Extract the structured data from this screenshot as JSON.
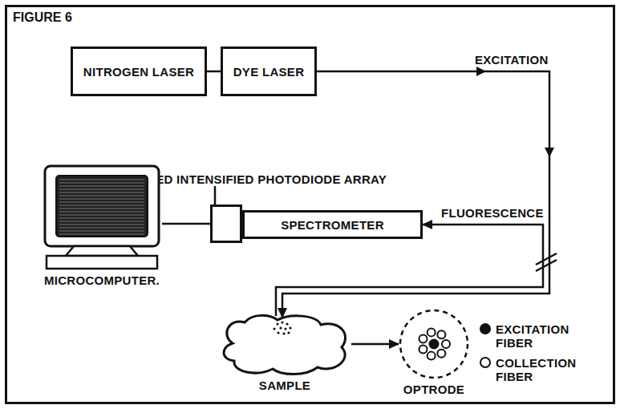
{
  "diagram": {
    "title": "FIGURE 6",
    "nodes": [
      {
        "text": [
          "NITROGEN LASER"
        ]
      },
      {
        "text": [
          "DYE LASER"
        ]
      },
      {
        "text": [
          "PULSED INTENSIFIED PHOTODIODE ARRAY"
        ]
      },
      {
        "text": [
          "SPECTROMETER"
        ]
      },
      {
        "text": [
          "MICROCOMPUTER."
        ]
      },
      {
        "text": [
          "SAMPLE"
        ]
      },
      {
        "text": [
          "OPTRODE"
        ]
      }
    ],
    "edges": [
      {
        "from": 0,
        "to": 1,
        "arrow": "none"
      },
      {
        "from": 1,
        "to": 5,
        "arrow": "to",
        "label": "EXCITATION"
      },
      {
        "from": 5,
        "to": 3,
        "arrow": "to",
        "label": "FLUORESCENCE"
      },
      {
        "from": 3,
        "to": 2,
        "arrow": "none"
      },
      {
        "from": 2,
        "to": 4,
        "arrow": "none"
      },
      {
        "from": 5,
        "to": 6,
        "arrow": "to"
      }
    ],
    "legend": [
      {
        "text": "EXCITATION FIBER"
      },
      {
        "text": "COLLECTION FIBER"
      }
    ]
  }
}
